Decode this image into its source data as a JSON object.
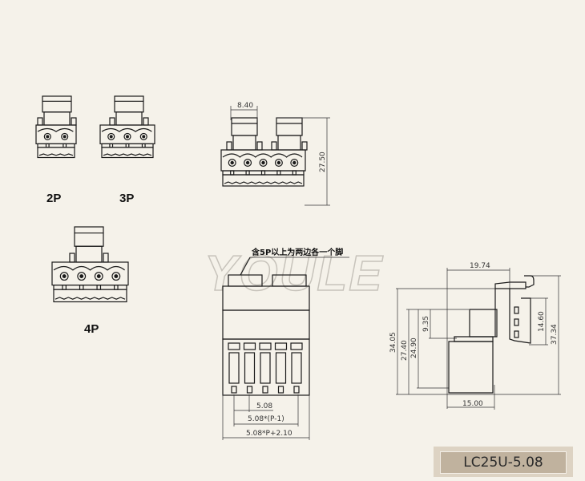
{
  "labels": {
    "p2": "2P",
    "p3": "3P",
    "p4": "4P"
  },
  "note": "含5P以上为两边各一个脚",
  "watermark": "YOULE",
  "dimensions": {
    "pitch_top": "8.40",
    "height_top": "27.50",
    "pitch": "5.08",
    "span": "5.08*(P-1)",
    "total": "5.08*P+2.10",
    "side_width_top": "19.74",
    "side_width_bottom": "15.00",
    "h1": "34.05",
    "h2": "27.40",
    "h3": "24.90",
    "h4": "9.35",
    "h5": "14.60",
    "h6": "37.34"
  },
  "model": "LC25U-5.08"
}
